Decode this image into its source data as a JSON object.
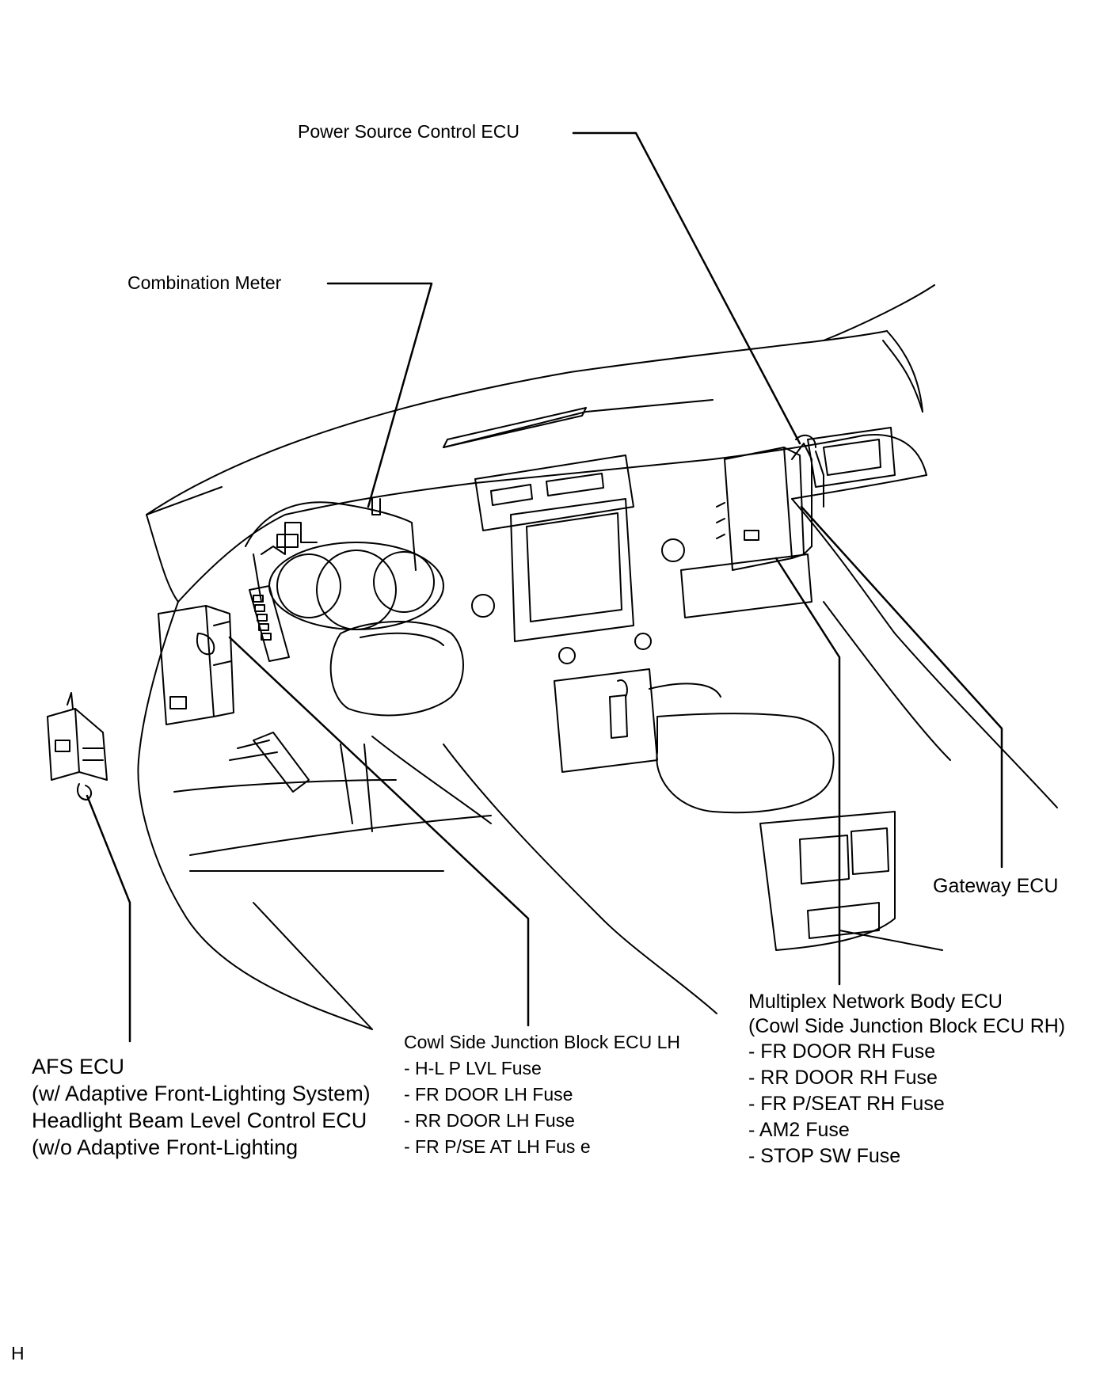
{
  "labels": {
    "power_source": "Power Source Control ECU",
    "combination_meter": "Combination Meter",
    "gateway": "Gateway ECU",
    "multiplex": {
      "title_line1": "Multiplex Network Body ECU",
      "title_line2": "(Cowl Side Junction Block ECU RH)",
      "fuses": [
        "- FR DOOR RH Fuse",
        "- RR DOOR RH Fuse",
        "- FR P/SEAT RH Fuse",
        "- AM2 Fuse",
        "- STOP SW Fuse"
      ]
    },
    "cowl_lh": {
      "title": "Cowl Side Junction Block ECU LH",
      "fuses": [
        "- H-L P LVL Fuse",
        "- FR DOOR LH Fuse",
        "- RR DOOR LH Fuse",
        "- FR P/SE  AT LH Fus  e"
      ]
    },
    "afs": {
      "line1": "AFS ECU",
      "line2": "(w/ Adaptive Front-Lighting System)",
      "line3": "Headlight Beam Level Control ECU",
      "line4": "(w/o Adaptive Front-Lighting"
    }
  },
  "footer_code": "H"
}
